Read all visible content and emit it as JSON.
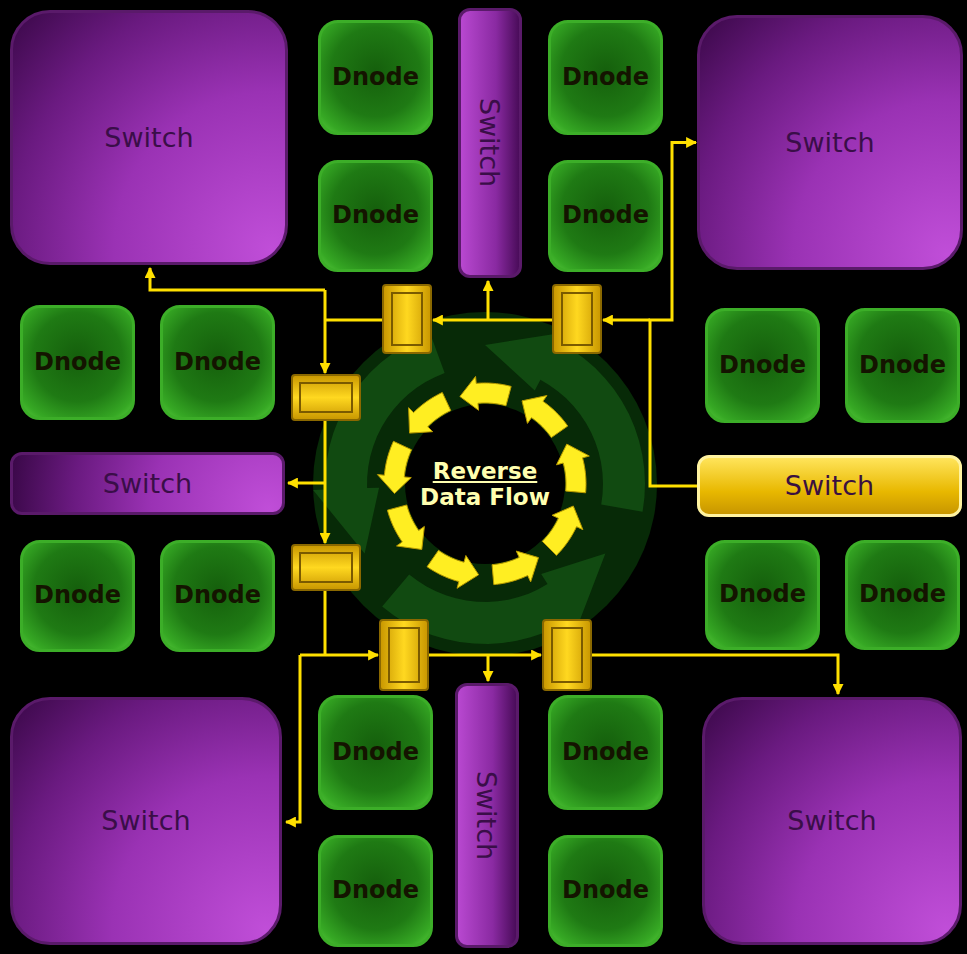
{
  "diagram": {
    "nodes": [
      {
        "text": [
          "Switch"
        ]
      },
      {
        "text": [
          "Dnode"
        ]
      },
      {
        "text": [
          "Switch"
        ]
      },
      {
        "text": [
          "Dnode"
        ]
      },
      {
        "text": [
          "Switch"
        ]
      },
      {
        "text": [
          "Dnode"
        ]
      },
      {
        "text": [
          "Dnode"
        ]
      },
      {
        "text": [
          "Dnode"
        ]
      },
      {
        "text": [
          "Dnode"
        ]
      },
      {
        "text": [
          "Dnode"
        ]
      },
      {
        "text": [
          "Dnode"
        ]
      },
      {
        "text": [
          "Reverse",
          "Data Flow"
        ]
      },
      {
        "text": [
          "Switch"
        ]
      },
      {
        "text": [
          "Switch"
        ]
      },
      {
        "text": [
          "Dnode"
        ]
      },
      {
        "text": [
          "Dnode"
        ]
      },
      {
        "text": [
          "Dnode"
        ]
      },
      {
        "text": [
          "Dnode"
        ]
      },
      {
        "text": [
          "Switch"
        ]
      },
      {
        "text": [
          "Dnode"
        ]
      },
      {
        "text": [
          "Switch"
        ]
      },
      {
        "text": [
          "Dnode"
        ]
      },
      {
        "text": [
          "Switch"
        ]
      },
      {
        "text": [
          "Dnode"
        ]
      },
      {
        "text": [
          "Dnode"
        ]
      }
    ],
    "edges": [
      {
        "from": 13,
        "to": 4,
        "arrow": "to"
      }
    ]
  }
}
